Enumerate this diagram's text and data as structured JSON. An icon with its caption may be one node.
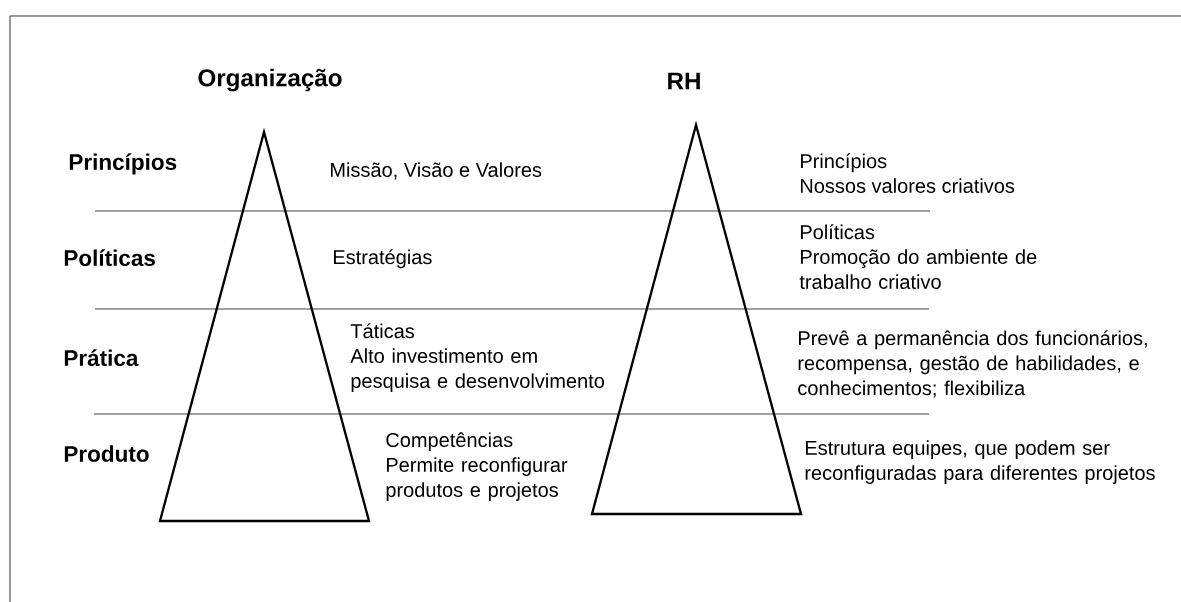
{
  "diagram": {
    "nodes": [
      {
        "text": [
          "Organização"
        ]
      },
      {
        "text": [
          "RH"
        ]
      }
    ],
    "labels": [
      "Princípios",
      "Missão, Visão e Valores",
      "Princípios",
      "Nossos valores criativos",
      "Políticas",
      "Estratégias",
      "Políticas",
      "Promoção do ambiente de trabalho criativo",
      "Prática",
      "Táticas",
      "Alto investimento em pesquisa e desenvolvimento",
      "Prevê a permanência dos funcionários, recompensa, gestão de habilidades, e conhecimentos; flexibiliza",
      "Produto",
      "Competências",
      "Permite reconfigurar produtos e projetos",
      "Estrutura equipes, que podem ser reconfiguradas para diferentes projetos"
    ]
  }
}
